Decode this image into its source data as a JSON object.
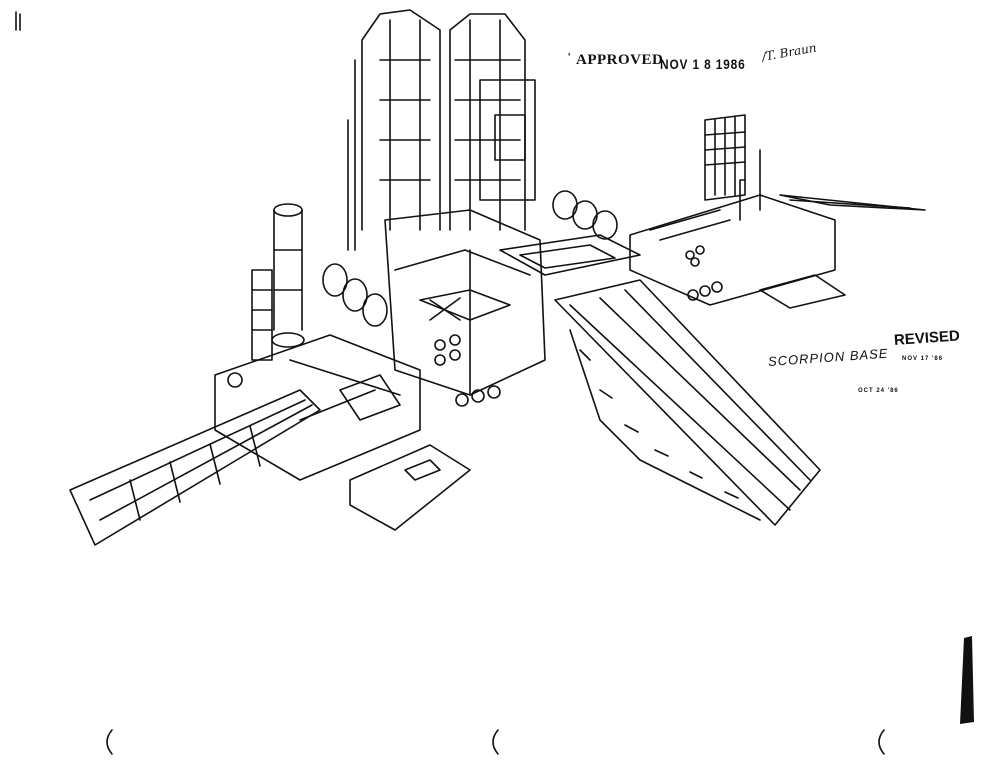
{
  "stamps": {
    "tick": "'",
    "approved_label": "APPROVED",
    "approved_date": "NOV 1 8 1986",
    "signature": "/T. Braun"
  },
  "title_block": {
    "title": "SCORPION BASE",
    "revised_label": "REVISED",
    "revised_date": "NOV 17 '86",
    "date_stamp": "OCT 24 '86"
  },
  "colors": {
    "ink": "#111111",
    "paper": "#ffffff"
  }
}
